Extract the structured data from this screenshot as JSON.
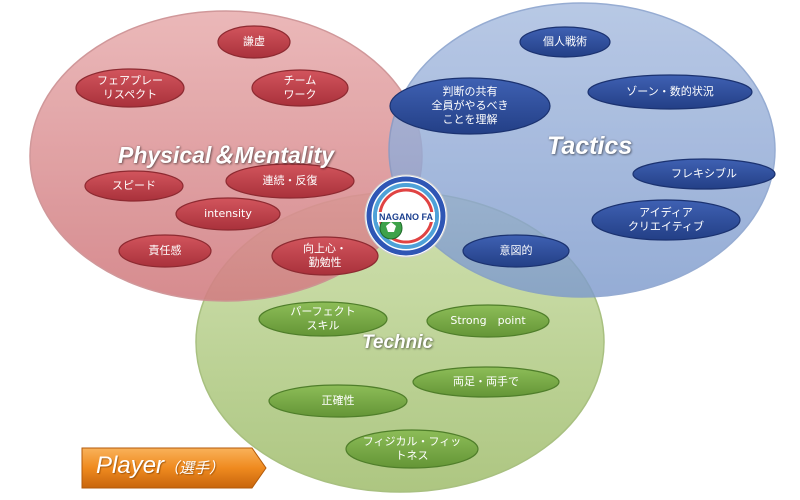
{
  "circles": {
    "physical": {
      "label": "Physical＆Mentality",
      "color": "#d98e91"
    },
    "tactics": {
      "label": "Tactics",
      "color": "#8fa8d4"
    },
    "technic": {
      "label": "Technic",
      "color": "#b9cf8e"
    }
  },
  "logo": {
    "text": "NAGANO FA"
  },
  "player": {
    "label": "Player",
    "sub": "（選手）"
  },
  "physical_items": [
    {
      "text": "謙虚"
    },
    {
      "text": "フェアプレー\nリスペクト"
    },
    {
      "text": "チーム\nワーク"
    },
    {
      "text": "スピード"
    },
    {
      "text": "連続・反復"
    },
    {
      "text": "intensity"
    },
    {
      "text": "責任感"
    },
    {
      "text": "向上心・\n勤勉性"
    }
  ],
  "tactics_items": [
    {
      "text": "個人戦術"
    },
    {
      "text": "判断の共有\n全員がやるべき\nことを理解"
    },
    {
      "text": "ゾーン・数的状況"
    },
    {
      "text": "フレキシブル"
    },
    {
      "text": "アイディア\nクリエイティブ"
    },
    {
      "text": "意図的"
    }
  ],
  "technic_items": [
    {
      "text": "パーフェクト\nスキル"
    },
    {
      "text": "Strong　point"
    },
    {
      "text": "両足・両手で"
    },
    {
      "text": "正確性"
    },
    {
      "text": "フィジカル・フィッ\nトネス"
    }
  ],
  "pill_colors": {
    "physical": "#c0414a",
    "tactics": "#2f4d9a",
    "technic": "#77a844"
  }
}
